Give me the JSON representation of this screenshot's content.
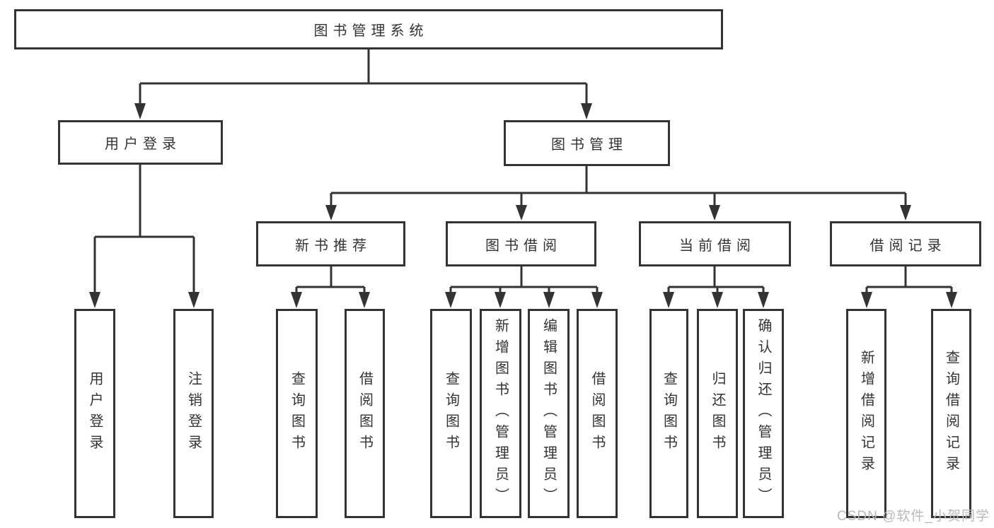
{
  "colors": {
    "line": "#333333",
    "text": "#333333",
    "watermark": "#b9b9b9",
    "background": "#ffffff"
  },
  "watermark": "CSDN @软件_小贺同学",
  "diagram": {
    "root": {
      "label": "图书管理系统"
    },
    "branches": {
      "user_login": {
        "label": "用户登录",
        "children": [
          "用户登录",
          "注销登录"
        ]
      },
      "book_management": {
        "label": "图书管理"
      }
    },
    "modules": {
      "new_book": {
        "label": "新书推荐",
        "children": [
          "查询图书",
          "借阅图书"
        ]
      },
      "book_borrow": {
        "label": "图书借阅",
        "children": [
          "查询图书",
          "新增图书（管理员）",
          "编辑图书（管理员）",
          "借阅图书"
        ]
      },
      "current_borrow": {
        "label": "当前借阅",
        "children": [
          "查询图书",
          "归还图书",
          "确认归还（管理员）"
        ]
      },
      "borrow_record": {
        "label": "借阅记录",
        "children": [
          "新增借阅记录",
          "查询借阅记录"
        ]
      }
    }
  }
}
